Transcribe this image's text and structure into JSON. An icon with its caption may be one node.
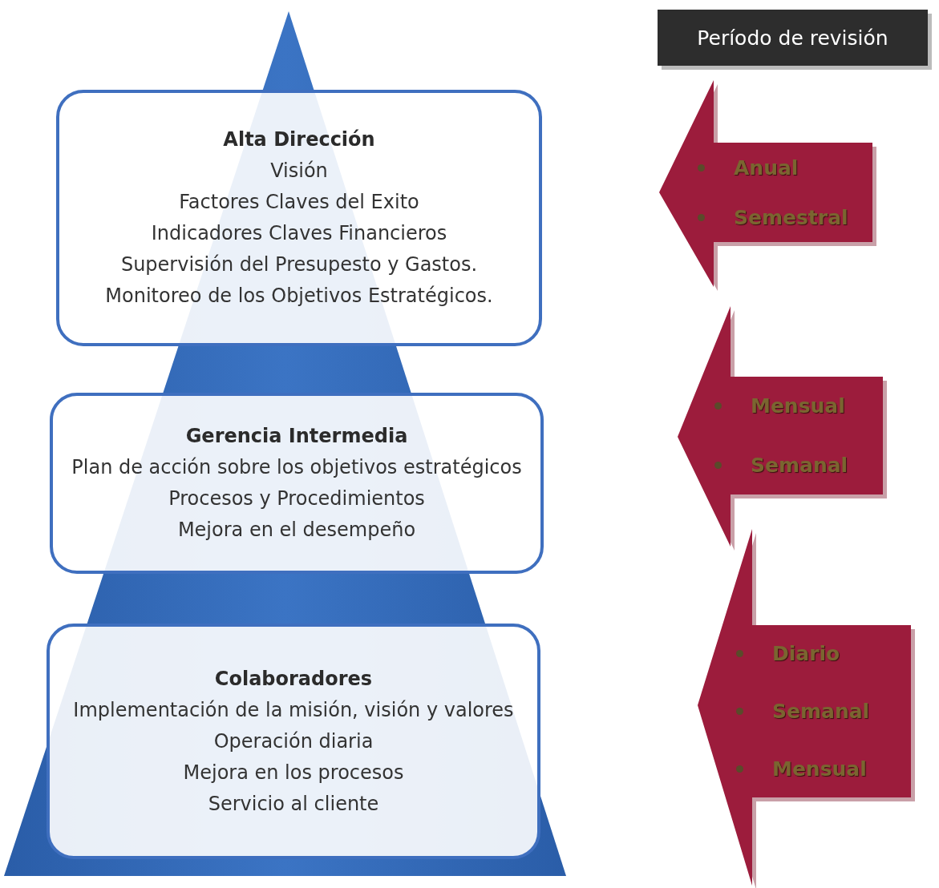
{
  "diagram": {
    "nodes": [
      {
        "text": [
          "Alta Dirección",
          "Visión",
          "Factores Claves del Exito",
          "Indicadores Claves Financieros",
          "Supervisión del Presupesto y Gastos.",
          "Monitoreo de los Objetivos Estratégicos."
        ]
      },
      {
        "text": [
          "Gerencia Intermedia",
          "Plan de acción sobre los objetivos estratégicos",
          "Procesos y Procedimientos",
          "Mejora en el desempeño"
        ]
      },
      {
        "text": [
          "Colaboradores",
          "Implementación de la misión, visión y valores",
          "Operación diaria",
          "Mejora en los procesos",
          "Servicio al cliente"
        ]
      },
      {
        "text": [
          "Período de revisión"
        ]
      },
      {
        "text": [
          "Anual",
          "Semestral"
        ]
      },
      {
        "text": [
          "Mensual",
          "Semanal"
        ]
      },
      {
        "text": [
          "Diario",
          "Semanal",
          "Mensual"
        ]
      }
    ],
    "edges": []
  }
}
